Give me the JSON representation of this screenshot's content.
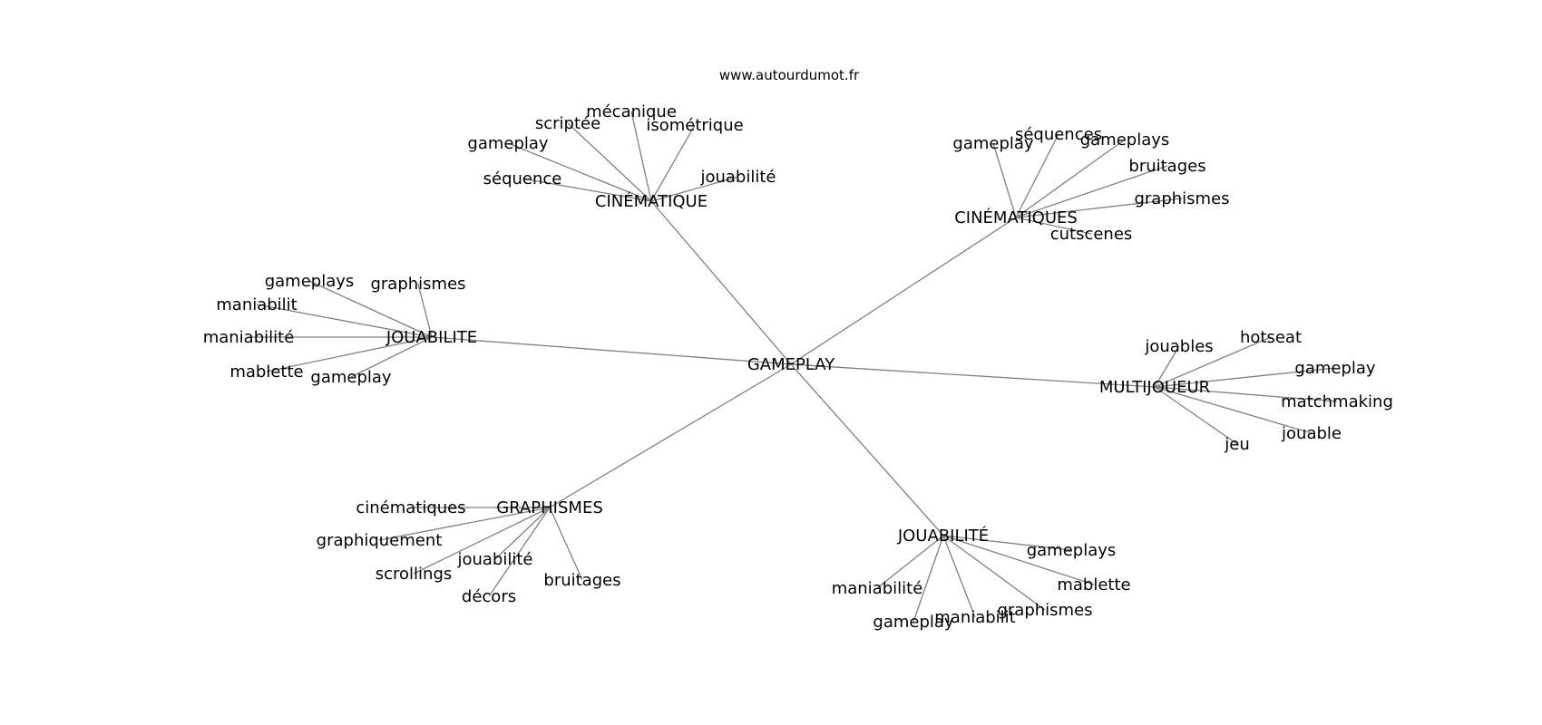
{
  "site": "www.autourdumot.fr",
  "center": "GAMEPLAY",
  "clusters": [
    {
      "label": "CINÉMATIQUE",
      "words": [
        "gameplay",
        "scriptée",
        "mécanique",
        "isométrique",
        "séquence",
        "jouabilité"
      ]
    },
    {
      "label": "CINÉMATIQUES",
      "words": [
        "gameplay",
        "séquences",
        "gameplays",
        "bruitages",
        "graphismes",
        "cutscenes"
      ]
    },
    {
      "label": "JOUABILITE",
      "words": [
        "gameplays",
        "graphismes",
        "maniabilit",
        "maniabilité",
        "mablette",
        "gameplay"
      ]
    },
    {
      "label": "MULTIJOUEUR",
      "words": [
        "jouables",
        "hotseat",
        "gameplay",
        "matchmaking",
        "jouable",
        "jeu"
      ]
    },
    {
      "label": "GRAPHISMES",
      "words": [
        "cinématiques",
        "graphiquement",
        "scrollings",
        "jouabilité",
        "décors",
        "bruitages"
      ]
    },
    {
      "label": "JOUABILITÉ",
      "words": [
        "gameplays",
        "mablette",
        "maniabilité",
        "gameplay",
        "maniabilit",
        "graphismes"
      ]
    }
  ]
}
